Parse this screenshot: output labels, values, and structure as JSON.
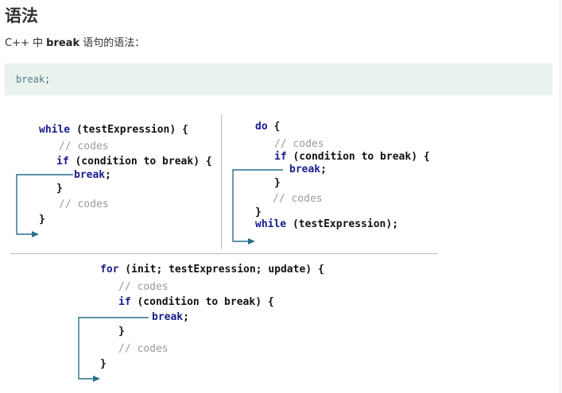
{
  "heading": "语法",
  "intro": {
    "prefix": "C++ 中 ",
    "keyword": "break",
    "suffix": " 语句的语法："
  },
  "code_sample": {
    "keyword": "break",
    "punct": ";"
  },
  "diagram": {
    "while_block": {
      "line1_kw": "while",
      "line1_rest": " (testExpression) {",
      "comment1": "// codes",
      "if_kw": "if",
      "if_rest": " (condition to break) {",
      "break_kw": "break",
      "break_punct": ";",
      "close_inner": "}",
      "comment2": "// codes",
      "close_outer": "}"
    },
    "do_block": {
      "do_kw": "do",
      "do_rest": " {",
      "comment1": "// codes",
      "if_kw": "if",
      "if_rest": " (condition to break) {",
      "break_kw": "break",
      "break_punct": ";",
      "close_inner": "}",
      "comment2": "// codes",
      "close_outer": "}",
      "while_kw": "while",
      "while_rest": " (testExpression);"
    },
    "for_block": {
      "for_kw": "for",
      "for_rest": " (init; testExpression; update) {",
      "comment1": "// codes",
      "if_kw": "if",
      "if_rest": " (condition to break) {",
      "break_kw": "break",
      "break_punct": ";",
      "close_inner": "}",
      "comment2": "// codes",
      "close_outer": "}"
    },
    "arrow_color": "#2b6f86"
  }
}
